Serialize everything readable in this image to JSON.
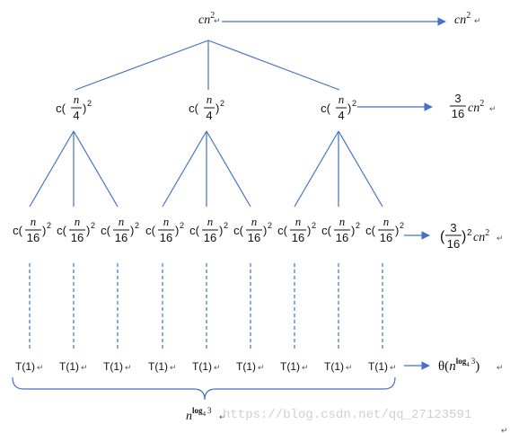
{
  "root": {
    "coef": "c",
    "var": "n",
    "exp": "2"
  },
  "level1": {
    "node_count": 3,
    "coef": "c(",
    "num": "n",
    "den": "4",
    "close": ")",
    "exp": "2"
  },
  "level2": {
    "node_count": 9,
    "coef": "c(",
    "num": "n",
    "den": "16",
    "close": ")",
    "exp": "2"
  },
  "leaves": {
    "node_count": 9,
    "label": "T(1)"
  },
  "right_column": {
    "level0": {
      "coef": "c",
      "var": "n",
      "exp": "2"
    },
    "level1": {
      "num": "3",
      "den": "16",
      "tail": "cn",
      "exp": "2"
    },
    "level2": {
      "open": "(",
      "num": "3",
      "den": "16",
      "close": ")",
      "exp": "2",
      "tail": "cn",
      "tail_exp": "2"
    },
    "leaves": {
      "prefix": "θ(",
      "base": "n",
      "exp": "log",
      "exp_sub": "4",
      "exp_arg": "3",
      "suffix": ")"
    }
  },
  "brace_label": {
    "base": "n",
    "exp": "log",
    "exp_sub": "4",
    "exp_arg": "3"
  },
  "line_end_mark": "↵",
  "watermark": "https://blog.csdn.net/qq_27123591",
  "colors": {
    "line": "#4472c4",
    "arrow": "#4472c4",
    "text": "#111111"
  }
}
